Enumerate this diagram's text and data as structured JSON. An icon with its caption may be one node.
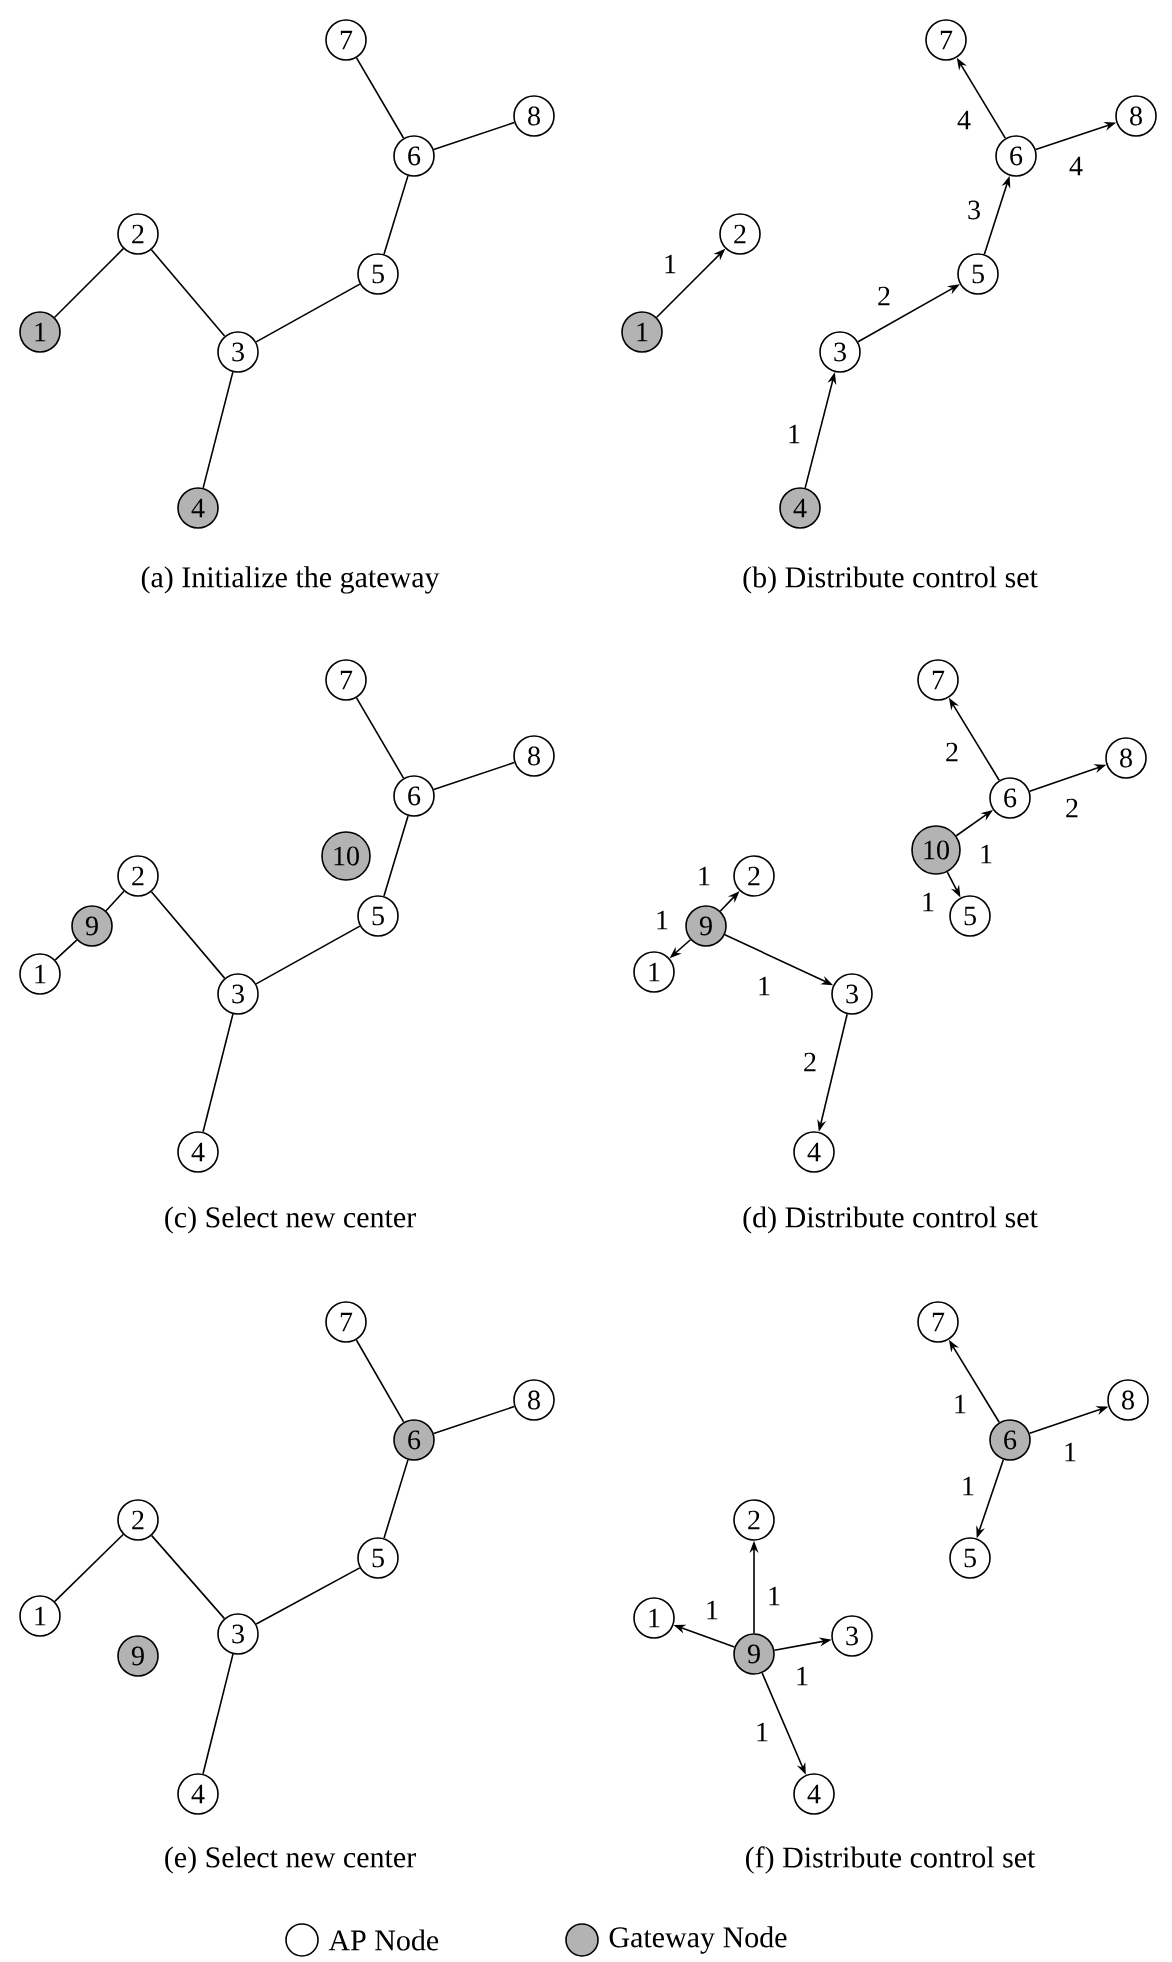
{
  "diagram": {
    "nodes": [
      {
        "text": [
          "7"
        ]
      },
      {
        "text": [
          "8"
        ]
      },
      {
        "text": [
          "6"
        ]
      },
      {
        "text": [
          "2"
        ]
      },
      {
        "text": [
          "5"
        ]
      },
      {
        "text": [
          "1"
        ]
      },
      {
        "text": [
          "3"
        ]
      },
      {
        "text": [
          "4"
        ]
      },
      {
        "text": [
          "7"
        ]
      },
      {
        "text": [
          "8"
        ]
      },
      {
        "text": [
          "6"
        ]
      },
      {
        "text": [
          "2"
        ]
      },
      {
        "text": [
          "5"
        ]
      },
      {
        "text": [
          "1"
        ]
      },
      {
        "text": [
          "3"
        ]
      },
      {
        "text": [
          "4"
        ]
      },
      {
        "text": [
          "7"
        ]
      },
      {
        "text": [
          "8"
        ]
      },
      {
        "text": [
          "6"
        ]
      },
      {
        "text": [
          "10"
        ]
      },
      {
        "text": [
          "2"
        ]
      },
      {
        "text": [
          "9"
        ]
      },
      {
        "text": [
          "5"
        ]
      },
      {
        "text": [
          "1"
        ]
      },
      {
        "text": [
          "3"
        ]
      },
      {
        "text": [
          "4"
        ]
      },
      {
        "text": [
          "7"
        ]
      },
      {
        "text": [
          "8"
        ]
      },
      {
        "text": [
          "6"
        ]
      },
      {
        "text": [
          "10"
        ]
      },
      {
        "text": [
          "2"
        ]
      },
      {
        "text": [
          "5"
        ]
      },
      {
        "text": [
          "9"
        ]
      },
      {
        "text": [
          "1"
        ]
      },
      {
        "text": [
          "3"
        ]
      },
      {
        "text": [
          "4"
        ]
      },
      {
        "text": [
          "7"
        ]
      },
      {
        "text": [
          "8"
        ]
      },
      {
        "text": [
          "6"
        ]
      },
      {
        "text": [
          "2"
        ]
      },
      {
        "text": [
          "5"
        ]
      },
      {
        "text": [
          "1"
        ]
      },
      {
        "text": [
          "3"
        ]
      },
      {
        "text": [
          "9"
        ]
      },
      {
        "text": [
          "4"
        ]
      },
      {
        "text": [
          "7"
        ]
      },
      {
        "text": [
          "8"
        ]
      },
      {
        "text": [
          "6"
        ]
      },
      {
        "text": [
          "2"
        ]
      },
      {
        "text": [
          "5"
        ]
      },
      {
        "text": [
          "1"
        ]
      },
      {
        "text": [
          "3"
        ]
      },
      {
        "text": [
          "9"
        ]
      },
      {
        "text": [
          "4"
        ]
      }
    ],
    "edges": [
      {
        "from": 5,
        "to": 3,
        "arrow": "none"
      },
      {
        "from": 3,
        "to": 6,
        "arrow": "none"
      },
      {
        "from": 6,
        "to": 7,
        "arrow": "none"
      },
      {
        "from": 6,
        "to": 4,
        "arrow": "none"
      },
      {
        "from": 4,
        "to": 2,
        "arrow": "none"
      },
      {
        "from": 2,
        "to": 0,
        "arrow": "none"
      },
      {
        "from": 2,
        "to": 1,
        "arrow": "none"
      },
      {
        "from": 13,
        "to": 11,
        "arrow": "to",
        "label": "1"
      },
      {
        "from": 15,
        "to": 14,
        "arrow": "to",
        "label": "1"
      },
      {
        "from": 14,
        "to": 12,
        "arrow": "to",
        "label": "2"
      },
      {
        "from": 12,
        "to": 10,
        "arrow": "to",
        "label": "3"
      },
      {
        "from": 10,
        "to": 8,
        "arrow": "to",
        "label": "4"
      },
      {
        "from": 10,
        "to": 9,
        "arrow": "to",
        "label": "4"
      },
      {
        "from": 23,
        "to": 21,
        "arrow": "none"
      },
      {
        "from": 21,
        "to": 20,
        "arrow": "none"
      },
      {
        "from": 20,
        "to": 24,
        "arrow": "none"
      },
      {
        "from": 24,
        "to": 25,
        "arrow": "none"
      },
      {
        "from": 24,
        "to": 22,
        "arrow": "none"
      },
      {
        "from": 22,
        "to": 18,
        "arrow": "none"
      },
      {
        "from": 18,
        "to": 16,
        "arrow": "none"
      },
      {
        "from": 18,
        "to": 17,
        "arrow": "none"
      },
      {
        "from": 32,
        "to": 30,
        "arrow": "to",
        "label": "1"
      },
      {
        "from": 32,
        "to": 33,
        "arrow": "to",
        "label": "1"
      },
      {
        "from": 32,
        "to": 34,
        "arrow": "to",
        "label": "1"
      },
      {
        "from": 34,
        "to": 35,
        "arrow": "to",
        "label": "2"
      },
      {
        "from": 29,
        "to": 28,
        "arrow": "to",
        "label": "1"
      },
      {
        "from": 29,
        "to": 31,
        "arrow": "to",
        "label": "1"
      },
      {
        "from": 28,
        "to": 26,
        "arrow": "to",
        "label": "2"
      },
      {
        "from": 28,
        "to": 27,
        "arrow": "to",
        "label": "2"
      },
      {
        "from": 41,
        "to": 39,
        "arrow": "none"
      },
      {
        "from": 39,
        "to": 42,
        "arrow": "none"
      },
      {
        "from": 42,
        "to": 44,
        "arrow": "none"
      },
      {
        "from": 42,
        "to": 40,
        "arrow": "none"
      },
      {
        "from": 40,
        "to": 38,
        "arrow": "none"
      },
      {
        "from": 38,
        "to": 36,
        "arrow": "none"
      },
      {
        "from": 38,
        "to": 37,
        "arrow": "none"
      },
      {
        "from": 52,
        "to": 48,
        "arrow": "to",
        "label": "1"
      },
      {
        "from": 52,
        "to": 50,
        "arrow": "to",
        "label": "1"
      },
      {
        "from": 52,
        "to": 51,
        "arrow": "to",
        "label": "1"
      },
      {
        "from": 52,
        "to": 53,
        "arrow": "to",
        "label": "1"
      },
      {
        "from": 47,
        "to": 45,
        "arrow": "to",
        "label": "1"
      },
      {
        "from": 47,
        "to": 46,
        "arrow": "to",
        "label": "1"
      },
      {
        "from": 47,
        "to": 49,
        "arrow": "to",
        "label": "1"
      }
    ],
    "labels": [
      "(a) Initialize the gateway",
      "(b) Distribute control set",
      "(c) Select new center",
      "(d) Distribute control set",
      "(e) Select new center",
      "(f) Distribute control set"
    ],
    "legend": [
      {
        "text": "AP Node"
      },
      {
        "text": "Gateway Node",
        "color": "#b3b3b3"
      }
    ]
  }
}
